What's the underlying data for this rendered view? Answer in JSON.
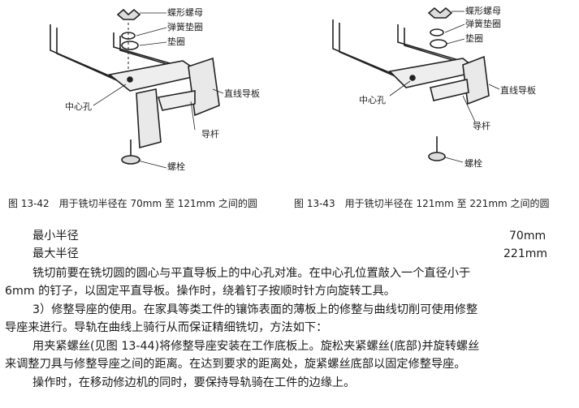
{
  "figure_left": {
    "labels": {
      "wing_nut": "蝶形螺母",
      "spring_washer": "弹簧垫圈",
      "washer": "垫圈",
      "center_hole": "中心孔",
      "straight_guide": "直线导板",
      "guide_rod": "导杆",
      "bolt": "螺栓"
    },
    "caption": "图 13-42　用于铣切半径在 70mm 至 121mm 之间的圆"
  },
  "figure_right": {
    "labels": {
      "wing_nut": "蝶形螺母",
      "spring_washer": "弹簧垫圈",
      "washer": "垫圈",
      "center_hole": "中心孔",
      "straight_guide": "直线导板",
      "guide_rod": "导杆",
      "bolt": "螺栓"
    },
    "caption": "图 13-43　用于铣切半径在 121mm 至 221mm 之间的圆"
  },
  "radius_table": {
    "min_label": "最小半径",
    "min_value": "70mm",
    "max_label": "最大半径",
    "max_value": "221mm"
  },
  "text": {
    "p1_line1": "铣切前要在铣切圆的圆心与平直导板上的中心孔对准。在中心孔位置敲入一个直径小于",
    "p1_line2": "6mm 的钉子，以固定平直导板。操作时，绕着钉子按顺时针方向旋转工具。",
    "p2_line1": "3）修整导座的使用。在家具等类工件的镶饰表面的薄板上的修整与曲线切削可使用修整",
    "p2_line2": "导座来进行。导轨在曲线上骑行从而保证精细铣切，方法如下：",
    "p3_line1": "用夹紧螺丝(见图 13-44)将修整导座安装在工作底板上。旋松夹紧螺丝(底部)并旋转螺丝",
    "p3_line2": "来调整刀具与修整导座之间的距离。在达到要求的距离处，旋紧螺丝底部以固定修整导座。",
    "p4_line1": "操作时，在移动修边机的同时，要保持导轨骑在工件的边缘上。"
  }
}
